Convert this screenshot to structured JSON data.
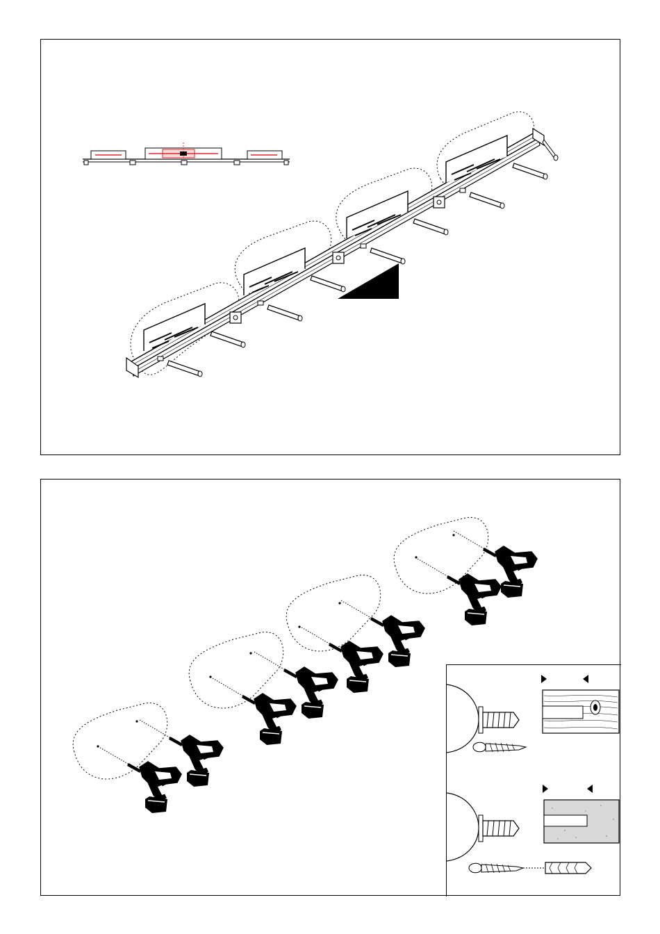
{
  "diagram": {
    "top_panel": {
      "bracket_groups": 4,
      "colors": {
        "line": "#000000",
        "marker": "#e0262b",
        "fill": "#ffffff"
      }
    },
    "bottom_panel": {
      "drill_groups": 4,
      "drills_per_group": 2,
      "inset": {
        "sections": [
          "wood-wall",
          "concrete-wall"
        ],
        "colors": {
          "wood": "#ffffff",
          "concrete": "#d9d9d9"
        }
      }
    }
  }
}
